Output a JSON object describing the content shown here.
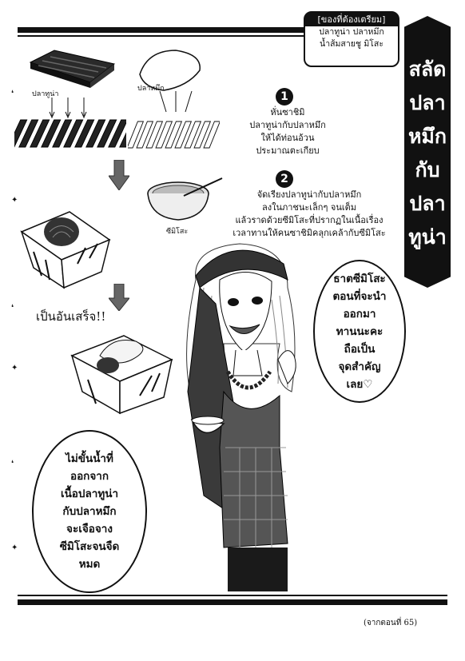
{
  "prep": {
    "heading": "[ของที่ต้องเตรียม]",
    "line1": "ปลาทูน่า ปลาหมึก",
    "line2": "น้ำส้มสายชู มิโสะ"
  },
  "title": [
    "สลัด",
    "ปลา",
    "หมึก",
    "กับ",
    "ปลา",
    "ทูน่า"
  ],
  "labels": {
    "tuna": "ปลาทูน่า",
    "squid": "ปลาหมึก",
    "miso": "ซีมิโสะ"
  },
  "step1": {
    "number": "1",
    "lines": [
      "หั่นซาชิมิ",
      "ปลาทูน่ากับปลาหมึก",
      "ให้ได้ท่อนอ้วน",
      "ประมาณตะเกียบ"
    ]
  },
  "step2": {
    "number": "2",
    "lines": [
      "จัดเรียงปลาทูน่ากับปลาหมึก",
      "ลงในภาชนะเล็กๆ จนเต็ม",
      "แล้วราดด้วยซีมิโสะที่ปรากฏในเนื้อเรื่อง",
      "เวลาทานให้คนซาชิมิคลุกเคล้ากับซีมิโสะ"
    ]
  },
  "done_text": "เป็นอันเสร็จ!!",
  "bubble_right": [
    "ธาตซีมิโสะ",
    "ตอนที่จะนำ",
    "ออกมา",
    "ทานนะคะ",
    "ถือเป็น",
    "จุดสำคัญ",
    "เลย♡"
  ],
  "bubble_left": [
    "ไม่ขั้นน้ำที่",
    "ออกจาก",
    "เนื้อปลาทูน่า",
    "กับปลาหมึก",
    "จะเจือจาง",
    "ซีมิโสะจนจืด",
    "หมด"
  ],
  "footer": "(จากตอนที่ 65)"
}
